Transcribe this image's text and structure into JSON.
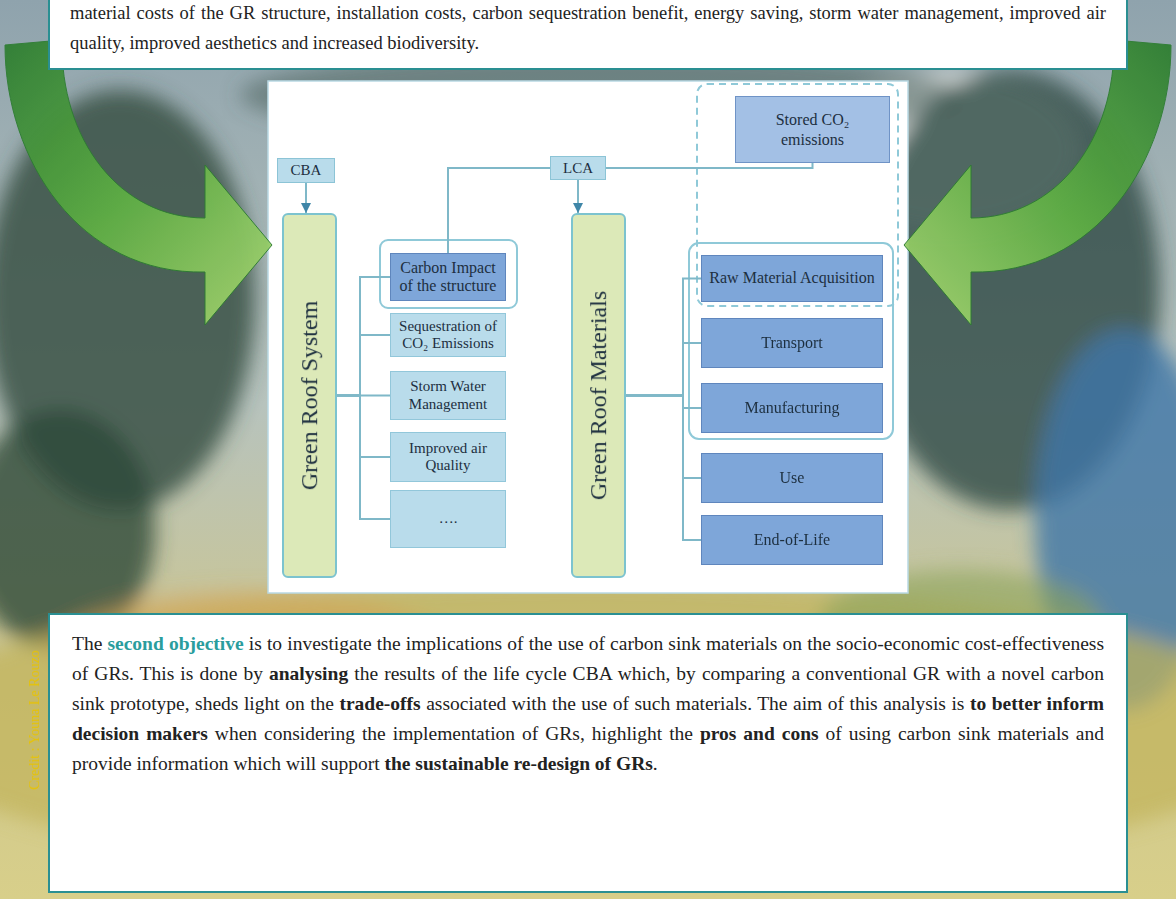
{
  "diagram": {
    "nodes": [
      {
        "text": [
          "material costs of the GR structure, installation costs, carbon sequestration benefit, energy saving, storm water management, improved air quality, improved aesthetics and increased biodiversity."
        ]
      },
      {
        "text": [
          "Stored CO₂ emissions"
        ]
      },
      {
        "text": [
          "CBA"
        ]
      },
      {
        "text": [
          "LCA"
        ]
      },
      {
        "text": [
          "Green Roof System"
        ]
      },
      {
        "text": [
          "Carbon Impact of the structure"
        ]
      },
      {
        "text": [
          "Sequestration of CO₂ Emissions"
        ]
      },
      {
        "text": [
          "Storm Water Management"
        ]
      },
      {
        "text": [
          "Improved air Quality"
        ]
      },
      {
        "text": [
          "…."
        ]
      },
      {
        "text": [
          "Green Roof Materials"
        ]
      },
      {
        "text": [
          "Raw Material Acquisition"
        ]
      },
      {
        "text": [
          "Transport"
        ]
      },
      {
        "text": [
          "Manufacturing"
        ]
      },
      {
        "text": [
          "Use"
        ]
      },
      {
        "text": [
          "End-of-Life"
        ]
      },
      {
        "text": [
          "The",
          "second objective",
          "is to investigate the implications of the use of carbon sink materials on the socio-economic cost-effectiveness of GRs. This is done by",
          "analysing",
          "the results of the life cycle CBA which, by comparing a conventional GR with a novel carbon sink prototype, sheds light on the",
          "trade-offs",
          "associated with the use of such materials. The aim of this analysis is",
          "to better inform decision makers",
          "when considering the implementation of GRs, highlight the",
          "pros and cons",
          "of using carbon sink materials and provide information which will support",
          "the sustainable re-design of GRs",
          "."
        ]
      }
    ],
    "edges": [
      {
        "from": 2,
        "to": 4,
        "arrow": "to"
      },
      {
        "from": 3,
        "to": 10,
        "arrow": "to"
      },
      {
        "from": 3,
        "to": 5,
        "arrow": "none"
      },
      {
        "from": 3,
        "to": 1,
        "arrow": "none"
      },
      {
        "from": 4,
        "to": 5,
        "arrow": "none"
      },
      {
        "from": 4,
        "to": 6,
        "arrow": "none"
      },
      {
        "from": 4,
        "to": 7,
        "arrow": "none"
      },
      {
        "from": 4,
        "to": 8,
        "arrow": "none"
      },
      {
        "from": 4,
        "to": 9,
        "arrow": "none"
      },
      {
        "from": 10,
        "to": 11,
        "arrow": "none"
      },
      {
        "from": 10,
        "to": 12,
        "arrow": "none"
      },
      {
        "from": 10,
        "to": 13,
        "arrow": "none"
      },
      {
        "from": 10,
        "to": 14,
        "arrow": "none"
      },
      {
        "from": 10,
        "to": 15,
        "arrow": "none"
      }
    ],
    "labels": [
      "Credit : Youna Le Rouzo"
    ]
  }
}
